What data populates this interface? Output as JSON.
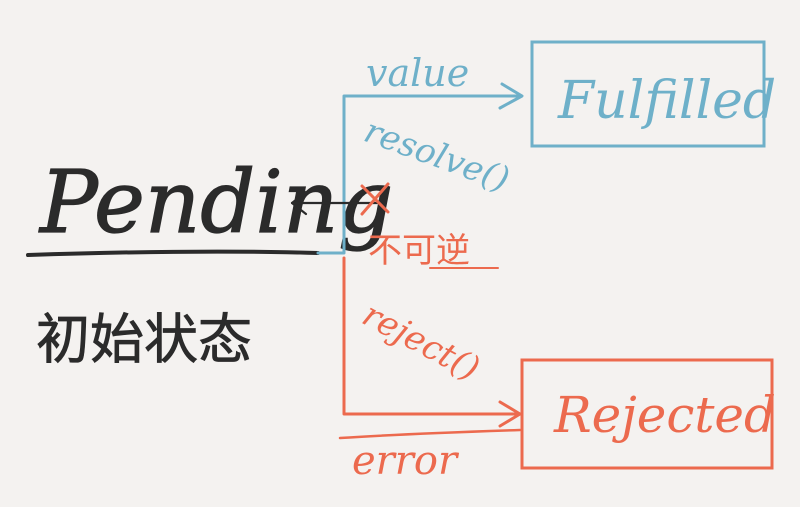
{
  "diagram": {
    "states": {
      "pending": {
        "label": "Pending",
        "caption": "初始状态"
      },
      "fulfilled": {
        "label": "Fulfilled"
      },
      "rejected": {
        "label": "Rejected"
      }
    },
    "edges": {
      "value_label": "value",
      "resolve_label": "resolve()",
      "irreversible_label": "不可逆",
      "reject_label": "reject()",
      "error_label": "error"
    },
    "colors": {
      "background": "#f4f2f0",
      "ink": "#2b2b2b",
      "resolve_blue": "#6eb0c9",
      "reject_red": "#ec6a4e"
    }
  }
}
